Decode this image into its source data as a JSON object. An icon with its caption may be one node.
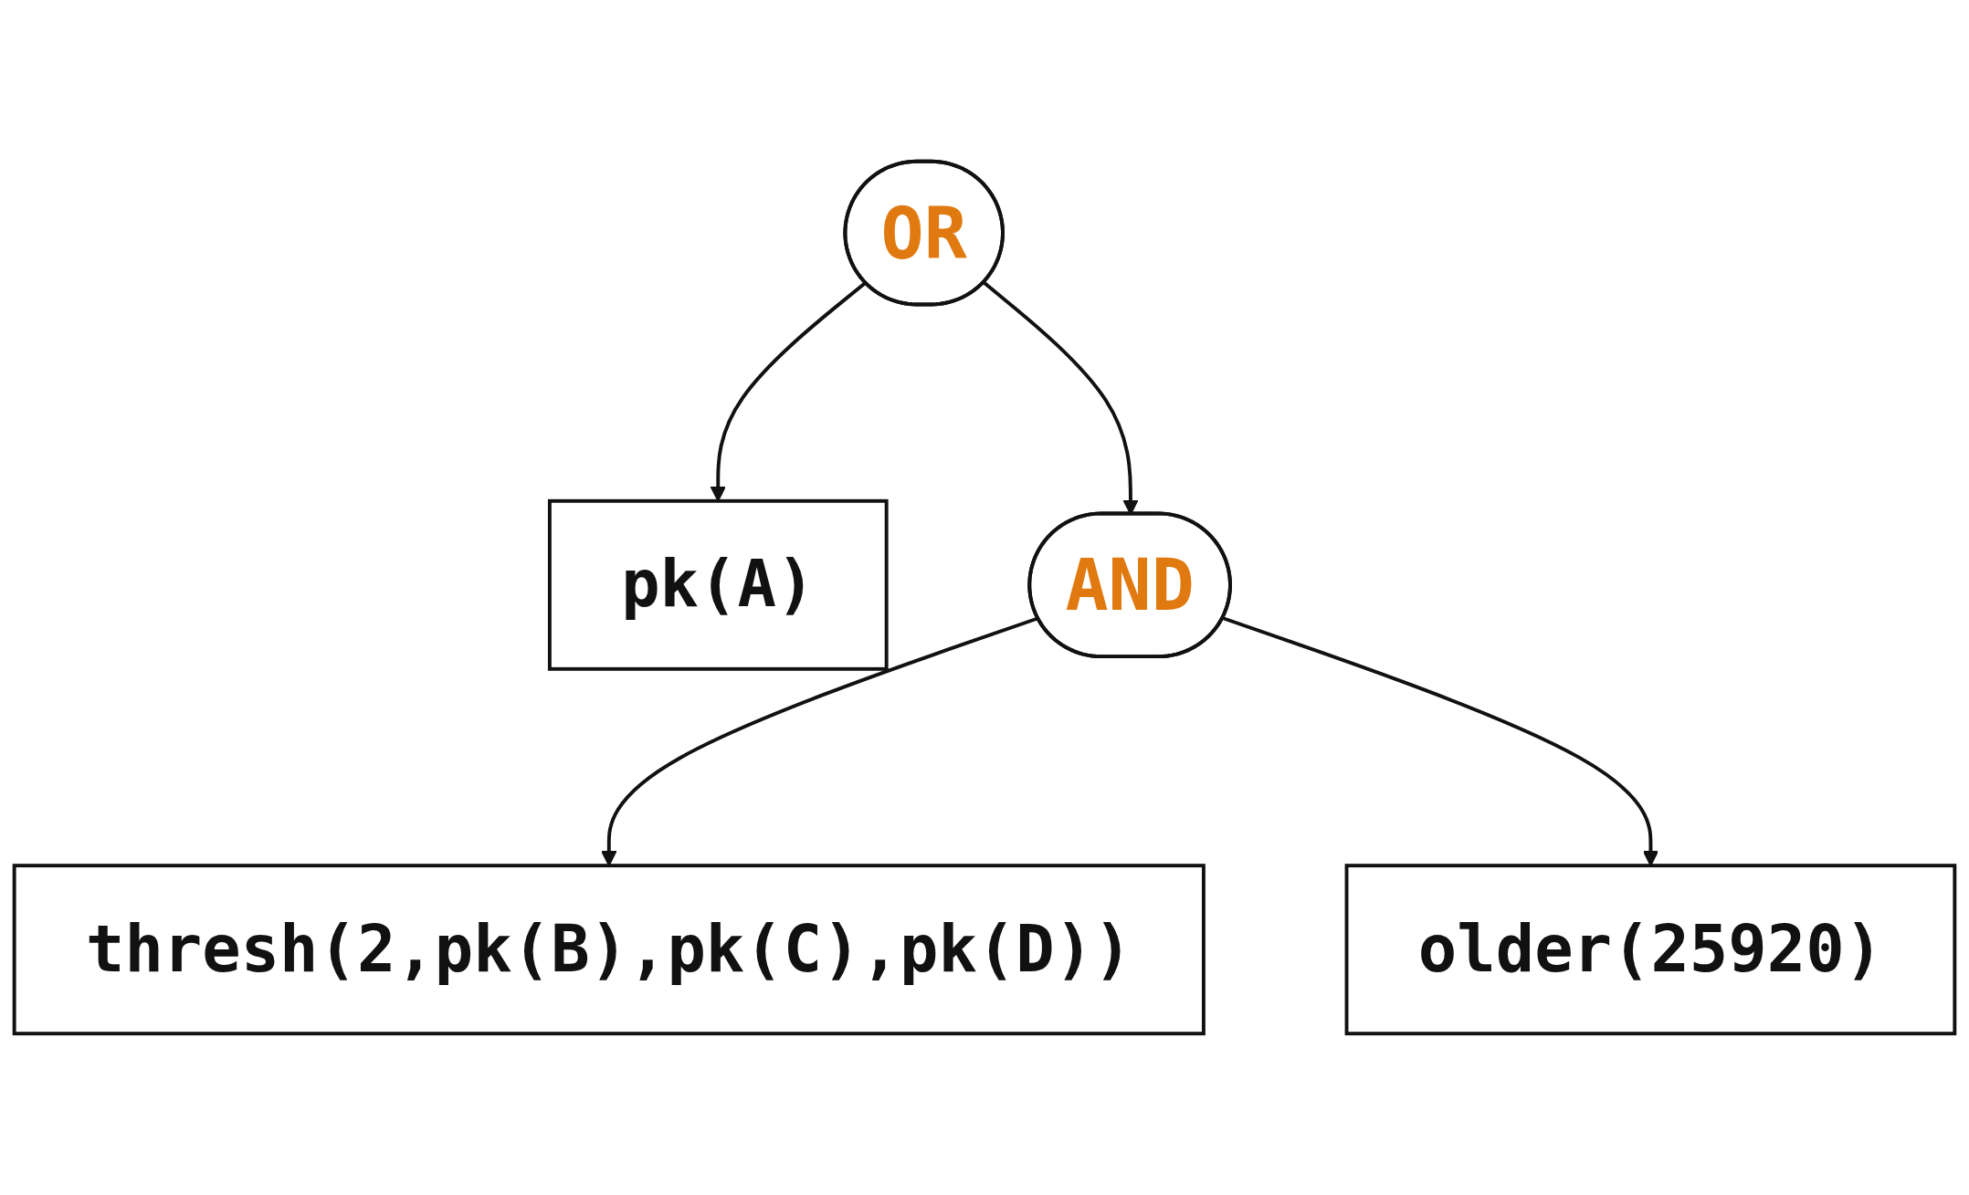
{
  "diagram": {
    "nodes": [
      {
        "text": [
          "OR"
        ]
      },
      {
        "text": [
          "pk(A)"
        ]
      },
      {
        "text": [
          "AND"
        ]
      },
      {
        "text": [
          "thresh(2,pk(B),pk(C),pk(D))"
        ]
      },
      {
        "text": [
          "older(25920)"
        ]
      }
    ],
    "edges": [
      {
        "from": 0,
        "to": 1,
        "arrow": "to"
      },
      {
        "from": 0,
        "to": 2,
        "arrow": "to"
      },
      {
        "from": 2,
        "to": 3,
        "arrow": "to"
      },
      {
        "from": 2,
        "to": 4,
        "arrow": "to"
      }
    ]
  }
}
